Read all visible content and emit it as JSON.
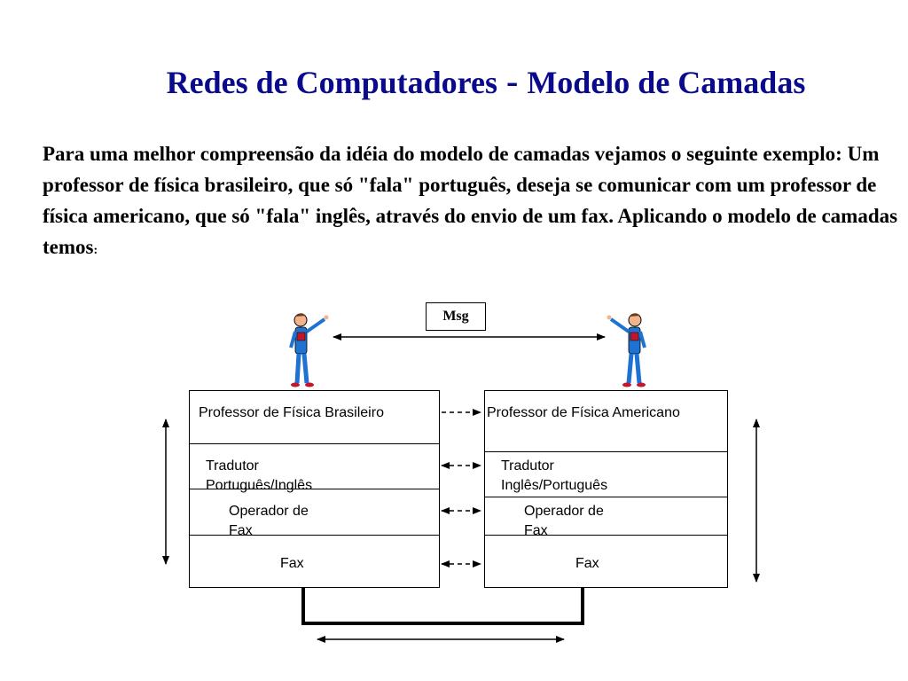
{
  "title": {
    "main": "Redes de Computadores",
    "dash": "-",
    "sub": "Modelo de Camadas"
  },
  "paragraph": {
    "text": "Para uma melhor compreensão da idéia do modelo de camadas vejamos o seguinte exemplo: Um professor de física brasileiro, que só \"fala\" português, deseja se comunicar com um professor de física americano, que só \"fala\" inglês, através do envio de um fax. Aplicando o modelo de camadas temos",
    "end": ":"
  },
  "diagram": {
    "message_label": "Msg",
    "left_stack": {
      "layer1": "Professor de Física Brasileiro",
      "layer2_line1": "Tradutor",
      "layer2_line2": "Português/Inglês",
      "layer3_line1": "Operador de",
      "layer3_line2": "Fax",
      "layer4": "Fax"
    },
    "right_stack": {
      "layer1": "Professor de Física Americano",
      "layer2_line1": "Tradutor",
      "layer2_line2": "Inglês/Português",
      "layer3_line1": "Operador de",
      "layer3_line2": "Fax",
      "layer4": "Fax"
    },
    "colors": {
      "title": "#0a0a8c",
      "person_suit": "#1e73d2",
      "person_skin": "#f2b48c",
      "person_book": "#c0182a"
    }
  }
}
